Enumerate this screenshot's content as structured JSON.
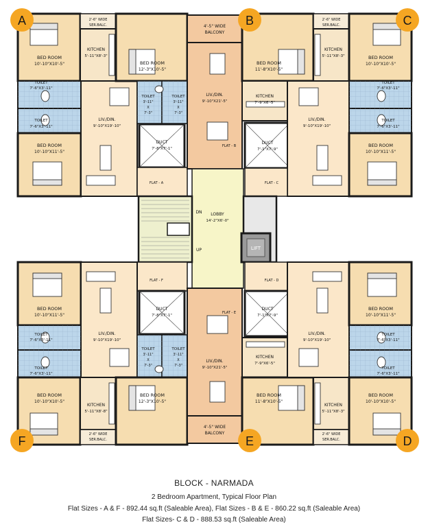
{
  "corner_badges": [
    "A",
    "B",
    "C",
    "D",
    "E",
    "F"
  ],
  "colors": {
    "bedroom": "#f6ddb0",
    "living": "#fbe7c9",
    "bath": "#bcd6ea",
    "kitchen": "#f7e6c8",
    "central": "#f3c9a0",
    "lobby": "#f7f5c8",
    "stairs": "#eef0ce",
    "duct": "#ffffff",
    "badge": "#f5a623",
    "wall": "#1a1a1a"
  },
  "rooms": {
    "tl_bed1": "BED ROOM",
    "tl_bed1_size": "10'-10\"X10'-5\"",
    "tl_serbalc": "2'-6\" WIDE",
    "tl_serbalc2": "SER.BALC.",
    "tl_kitchen": "KITCHEN",
    "tl_kitchen_size": "5'-11\"X8'-3\"",
    "tl_toilet1": "TOILET",
    "tl_toilet1_size": "7'-6\"X3'-11\"",
    "tl_toilet2": "TOILET",
    "tl_toilet2_size": "7'-6\"X3'-11\"",
    "tl_living": "LIV./DIN.",
    "tl_living_size": "9'-10\"X19'-10\"",
    "tl_bed2": "BED ROOM",
    "tl_bed2_size": "10'-10\"X11'-5\"",
    "tl_duct": "DUCT",
    "tl_duct_size": "7'-8\"X7'-1\"",
    "tl_flat": "FLAT - A",
    "tm_balcony": "4'-5\" WIDE",
    "tm_balcony2": "BALCONY",
    "tm_bed": "BED ROOM",
    "tm_bed_size": "12'-3\"X10'-5\"",
    "tm_toilet1": "TOILET",
    "tm_toilet1_size": "3'-11\"",
    "tm_toilet1_size2": "X",
    "tm_toilet1_size3": "7'-3\"",
    "tm_toilet2": "TOILET",
    "tm_toilet2_size": "3'-11\"",
    "tm_toilet2_size2": "X",
    "tm_toilet2_size3": "7'-3\"",
    "tm_living": "LIV./DIN.",
    "tm_living_size": "9'-10\"X21'-5\"",
    "tm_flat": "FLAT - B",
    "tm_bed_r": "BED ROOM",
    "tm_bed_r_size": "11'-8\"X10'-5\"",
    "tm_kitchen": "KITCHEN",
    "tm_kitchen_size": "7'-9\"X6'-5\"",
    "tm_duct": "DUCT",
    "tm_duct_size": "7'-1\"X7'-9\"",
    "tr_serbalc": "2'-6\" WIDE",
    "tr_serbalc2": "SER.BALC.",
    "tr_kitchen": "KITCHEN",
    "tr_kitchen_size": "5'-11\"X8'-3\"",
    "tr_bed1": "BED ROOM",
    "tr_bed1_size": "10'-10\"X10'-5\"",
    "tr_toilet1": "TOILET",
    "tr_toilet1_size": "7'-6\"X3'-11\"",
    "tr_toilet2": "TOILET",
    "tr_toilet2_size": "7'-6\"X3'-11\"",
    "tr_living": "LIV./DIN.",
    "tr_living_size": "9'-10\"X19'-10\"",
    "tr_bed2": "BED ROOM",
    "tr_bed2_size": "10'-10\"X11'-5\"",
    "tr_flat": "FLAT - C",
    "lobby": "LOBBY",
    "lobby_size": "14'-2\"X6'-0\"",
    "stair_dn": "DN",
    "stair_up": "UP",
    "lift": "LIFT",
    "bl_flat": "FLAT - F",
    "bl_bed2": "BED ROOM",
    "bl_bed2_size": "10'-10\"X11'-5\"",
    "bl_duct": "DUCT",
    "bl_duct_size": "7'-8\"X7'-1\"",
    "bl_toilet1": "TOILET",
    "bl_toilet1_size": "7'-6\"X3'-11\"",
    "bl_toilet2": "TOILET",
    "bl_toilet2_size": "7'-6\"X3'-11\"",
    "bl_living": "LIV./DIN.",
    "bl_living_size": "9'-10\"X19'-10\"",
    "bl_bed1": "BED ROOM",
    "bl_bed1_size": "10'-10\"X10'-5\"",
    "bl_kitchen": "KITCHEN",
    "bl_kitchen_size": "5'-11\"X8'-8\"",
    "bl_serbalc": "2'-6\" WIDE",
    "bl_serbalc2": "SER.BALC.",
    "bm_flat": "FLAT - E",
    "bm_toilet1": "TOILET",
    "bm_toilet1_size": "3'-11\"",
    "bm_toilet1_size2": "X",
    "bm_toilet1_size3": "7'-3\"",
    "bm_toilet2": "TOILET",
    "bm_toilet2_size": "3'-11\"",
    "bm_toilet2_size2": "X",
    "bm_toilet2_size3": "7'-3\"",
    "bm_living": "LIV./DIN.",
    "bm_living_size": "9'-10\"X21'-5\"",
    "bm_bed": "BED ROOM",
    "bm_bed_size": "12'-3\"X10'-5\"",
    "bm_balcony": "4'-5\" WIDE",
    "bm_balcony2": "BALCONY",
    "bm_duct": "DUCT",
    "bm_duct_size": "7'-1\"X7'-9\"",
    "bm_kitchen": "KITCHEN",
    "bm_kitchen_size": "7'-9\"X6'-5\"",
    "bm_bed_r": "BED ROOM",
    "bm_bed_r_size": "11'-8\"X10'-5\"",
    "br_flat": "FLAT - D",
    "br_bed2": "BED ROOM",
    "br_bed2_size": "10'-10\"X11'-5\"",
    "br_toilet1": "TOILET",
    "br_toilet1_size": "7'-6\"X3'-11\"",
    "br_toilet2": "TOILET",
    "br_toilet2_size": "7'-6\"X3'-11\"",
    "br_living": "LIV./DIN.",
    "br_living_size": "9'-10\"X19'-10\"",
    "br_kitchen": "KITCHEN",
    "br_kitchen_size": "5'-11\"X8'-3\"",
    "br_bed1": "BED ROOM",
    "br_bed1_size": "10'-10\"X10'-5\"",
    "br_serbalc": "2'-6\" WIDE",
    "br_serbalc2": "SER.BALC."
  },
  "caption": {
    "title": "BLOCK - NARMADA",
    "subtitle": "2 Bedroom Apartment, Typical Floor Plan",
    "sizes_line1": "Flat Sizes - A & F - 892.44 sq.ft (Saleable Area), Flat Sizes - B & E - 860.22 sq.ft (Saleable Area)",
    "sizes_line2": "Flat Sizes- C & D - 888.53 sq.ft (Saleable Area)"
  }
}
